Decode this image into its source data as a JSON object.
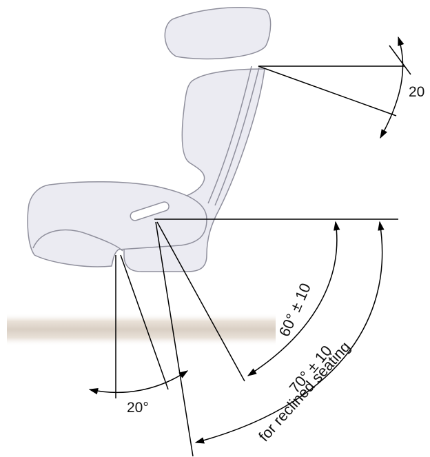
{
  "diagram": {
    "dimensions": {
      "headrest_angle": "20",
      "upright_angle": "60° ± 10",
      "reclined_angle": "70° ± 10",
      "reclined_note": "for reclined seating",
      "base_angle": "20°"
    }
  },
  "colors": {
    "seat_fill": "#ebebf2",
    "seat_stroke": "#8f8f9c",
    "floor_band": "#d9cfc4",
    "line": "#000000"
  }
}
